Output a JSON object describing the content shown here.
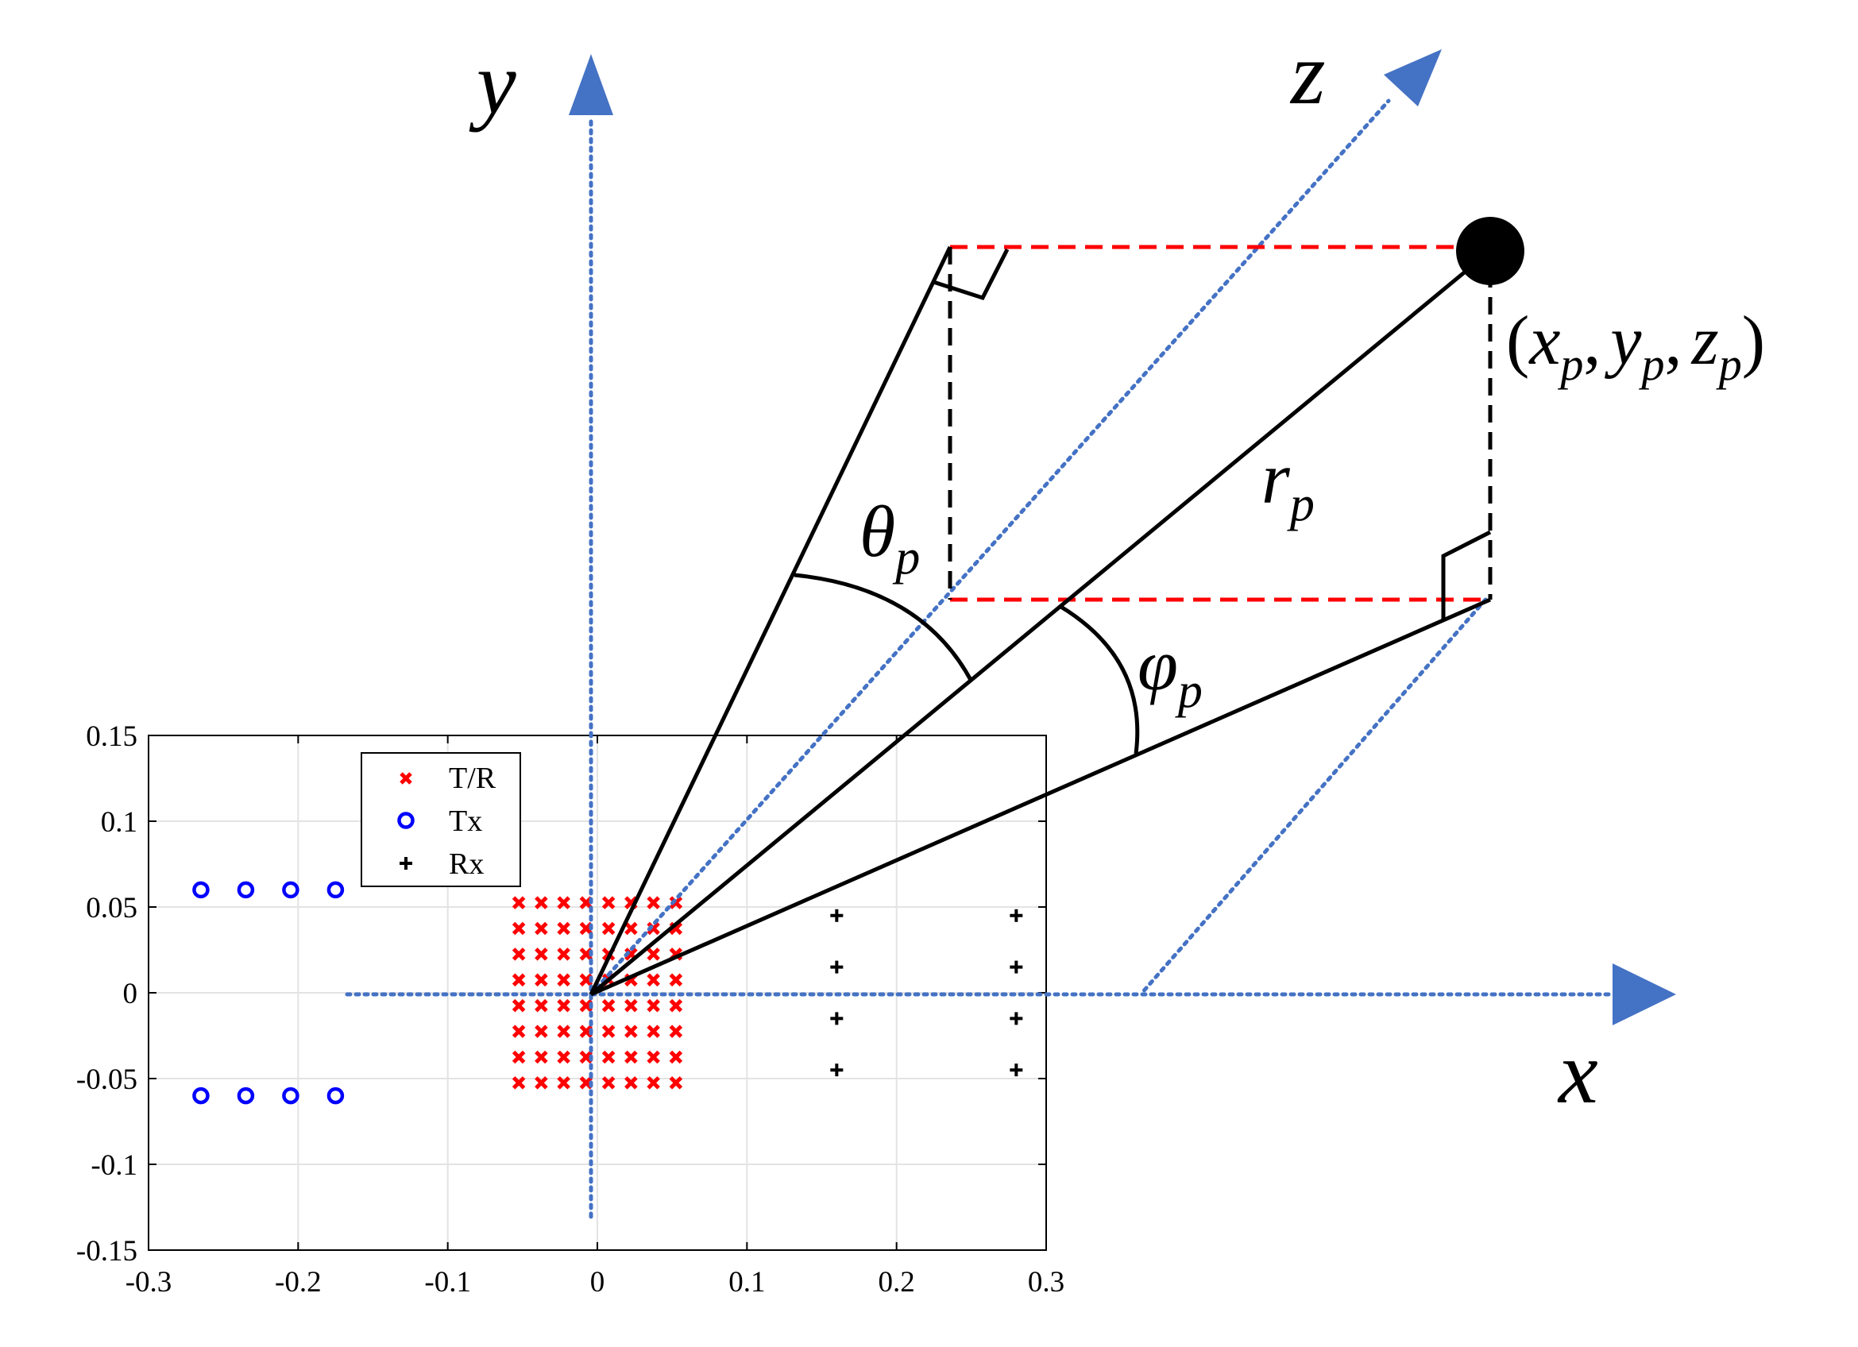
{
  "axes3d": {
    "x_label": "x",
    "y_label": "y",
    "z_label": "z",
    "axis_color": "#4472C4"
  },
  "point": {
    "open": "(",
    "x": "x",
    "comma1": ",",
    "y": "y",
    "comma2": ",",
    "z": "z",
    "close": ")",
    "sub": "p"
  },
  "labels": {
    "theta": "θ",
    "phi": "φ",
    "r": "r",
    "sub": "p"
  },
  "colors": {
    "projection": "#FF0000",
    "rays": "#000000",
    "tr": "#FF0000",
    "tx": "#0000FF",
    "rx": "#000000"
  },
  "chart_data": {
    "type": "scatter",
    "xlim": [
      -0.3,
      0.3
    ],
    "ylim": [
      -0.15,
      0.15
    ],
    "xticks": [
      -0.3,
      -0.2,
      -0.1,
      0,
      0.1,
      0.2,
      0.3
    ],
    "yticks": [
      -0.15,
      -0.1,
      -0.05,
      0,
      0.05,
      0.1,
      0.15
    ],
    "xtick_labels": [
      "-0.3",
      "-0.2",
      "-0.1",
      "0",
      "0.1",
      "0.2",
      "0.3"
    ],
    "ytick_labels": [
      "-0.15",
      "-0.1",
      "-0.05",
      "0",
      "0.05",
      "0.1",
      "0.15"
    ],
    "grid": true,
    "legend_position": "top-left",
    "series": [
      {
        "name": "T/R",
        "marker": "x",
        "color": "#FF0000",
        "x_values": [
          -0.0525,
          -0.0375,
          -0.0225,
          -0.0075,
          0.0075,
          0.0225,
          0.0375,
          0.0525
        ],
        "y_values": [
          -0.0525,
          -0.0375,
          -0.0225,
          -0.0075,
          0.0075,
          0.0225,
          0.0375,
          0.0525
        ],
        "layout": "grid"
      },
      {
        "name": "Tx",
        "marker": "o",
        "color": "#0000FF",
        "points": [
          [
            -0.265,
            0.06
          ],
          [
            -0.235,
            0.06
          ],
          [
            -0.205,
            0.06
          ],
          [
            -0.175,
            0.06
          ],
          [
            -0.265,
            -0.06
          ],
          [
            -0.235,
            -0.06
          ],
          [
            -0.205,
            -0.06
          ],
          [
            -0.175,
            -0.06
          ]
        ]
      },
      {
        "name": "Rx",
        "marker": "+",
        "color": "#000000",
        "points": [
          [
            0.16,
            0.045
          ],
          [
            0.16,
            0.015
          ],
          [
            0.16,
            -0.015
          ],
          [
            0.16,
            -0.045
          ],
          [
            0.28,
            0.045
          ],
          [
            0.28,
            0.015
          ],
          [
            0.28,
            -0.015
          ],
          [
            0.28,
            -0.045
          ]
        ]
      }
    ]
  }
}
